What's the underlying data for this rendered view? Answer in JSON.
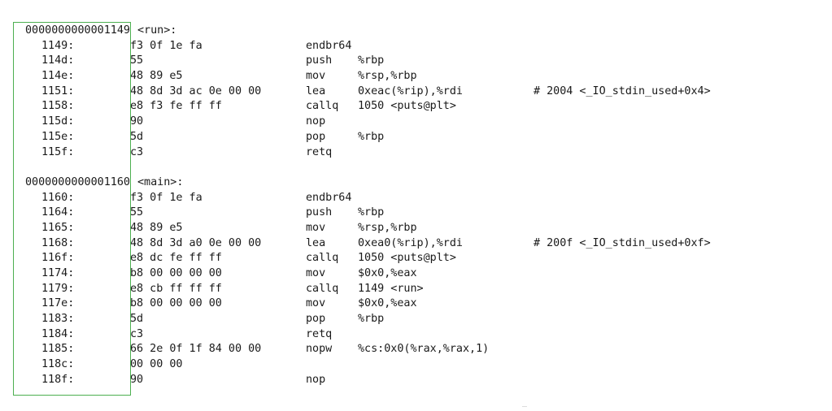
{
  "colors": {
    "highlight_box": "#4caf50",
    "text": "#1a1a1a",
    "background": "#ffffff"
  },
  "blocks": [
    {
      "label_address": "0000000000001149",
      "label_name": "<run>:",
      "lines": [
        {
          "addr": "1149:",
          "bytes": "f3 0f 1e fa",
          "mnemonic": "endbr64",
          "operands": "",
          "comment": ""
        },
        {
          "addr": "114d:",
          "bytes": "55",
          "mnemonic": "push",
          "operands": "%rbp",
          "comment": ""
        },
        {
          "addr": "114e:",
          "bytes": "48 89 e5",
          "mnemonic": "mov",
          "operands": "%rsp,%rbp",
          "comment": ""
        },
        {
          "addr": "1151:",
          "bytes": "48 8d 3d ac 0e 00 00",
          "mnemonic": "lea",
          "operands": "0xeac(%rip),%rdi",
          "comment": "# 2004 <_IO_stdin_used+0x4>"
        },
        {
          "addr": "1158:",
          "bytes": "e8 f3 fe ff ff",
          "mnemonic": "callq",
          "operands": "1050 <puts@plt>",
          "comment": ""
        },
        {
          "addr": "115d:",
          "bytes": "90",
          "mnemonic": "nop",
          "operands": "",
          "comment": ""
        },
        {
          "addr": "115e:",
          "bytes": "5d",
          "mnemonic": "pop",
          "operands": "%rbp",
          "comment": ""
        },
        {
          "addr": "115f:",
          "bytes": "c3",
          "mnemonic": "retq",
          "operands": "",
          "comment": ""
        }
      ]
    },
    {
      "label_address": "0000000000001160",
      "label_name": "<main>:",
      "lines": [
        {
          "addr": "1160:",
          "bytes": "f3 0f 1e fa",
          "mnemonic": "endbr64",
          "operands": "",
          "comment": ""
        },
        {
          "addr": "1164:",
          "bytes": "55",
          "mnemonic": "push",
          "operands": "%rbp",
          "comment": ""
        },
        {
          "addr": "1165:",
          "bytes": "48 89 e5",
          "mnemonic": "mov",
          "operands": "%rsp,%rbp",
          "comment": ""
        },
        {
          "addr": "1168:",
          "bytes": "48 8d 3d a0 0e 00 00",
          "mnemonic": "lea",
          "operands": "0xea0(%rip),%rdi",
          "comment": "# 200f <_IO_stdin_used+0xf>"
        },
        {
          "addr": "116f:",
          "bytes": "e8 dc fe ff ff",
          "mnemonic": "callq",
          "operands": "1050 <puts@plt>",
          "comment": ""
        },
        {
          "addr": "1174:",
          "bytes": "b8 00 00 00 00",
          "mnemonic": "mov",
          "operands": "$0x0,%eax",
          "comment": ""
        },
        {
          "addr": "1179:",
          "bytes": "e8 cb ff ff ff",
          "mnemonic": "callq",
          "operands": "1149 <run>",
          "comment": ""
        },
        {
          "addr": "117e:",
          "bytes": "b8 00 00 00 00",
          "mnemonic": "mov",
          "operands": "$0x0,%eax",
          "comment": ""
        },
        {
          "addr": "1183:",
          "bytes": "5d",
          "mnemonic": "pop",
          "operands": "%rbp",
          "comment": ""
        },
        {
          "addr": "1184:",
          "bytes": "c3",
          "mnemonic": "retq",
          "operands": "",
          "comment": ""
        },
        {
          "addr": "1185:",
          "bytes": "66 2e 0f 1f 84 00 00",
          "mnemonic": "nopw",
          "operands": "%cs:0x0(%rax,%rax,1)",
          "comment": ""
        },
        {
          "addr": "118c:",
          "bytes": "00 00 00",
          "mnemonic": "",
          "operands": "",
          "comment": ""
        },
        {
          "addr": "118f:",
          "bytes": "90",
          "mnemonic": "nop",
          "operands": "",
          "comment": ""
        }
      ]
    }
  ]
}
